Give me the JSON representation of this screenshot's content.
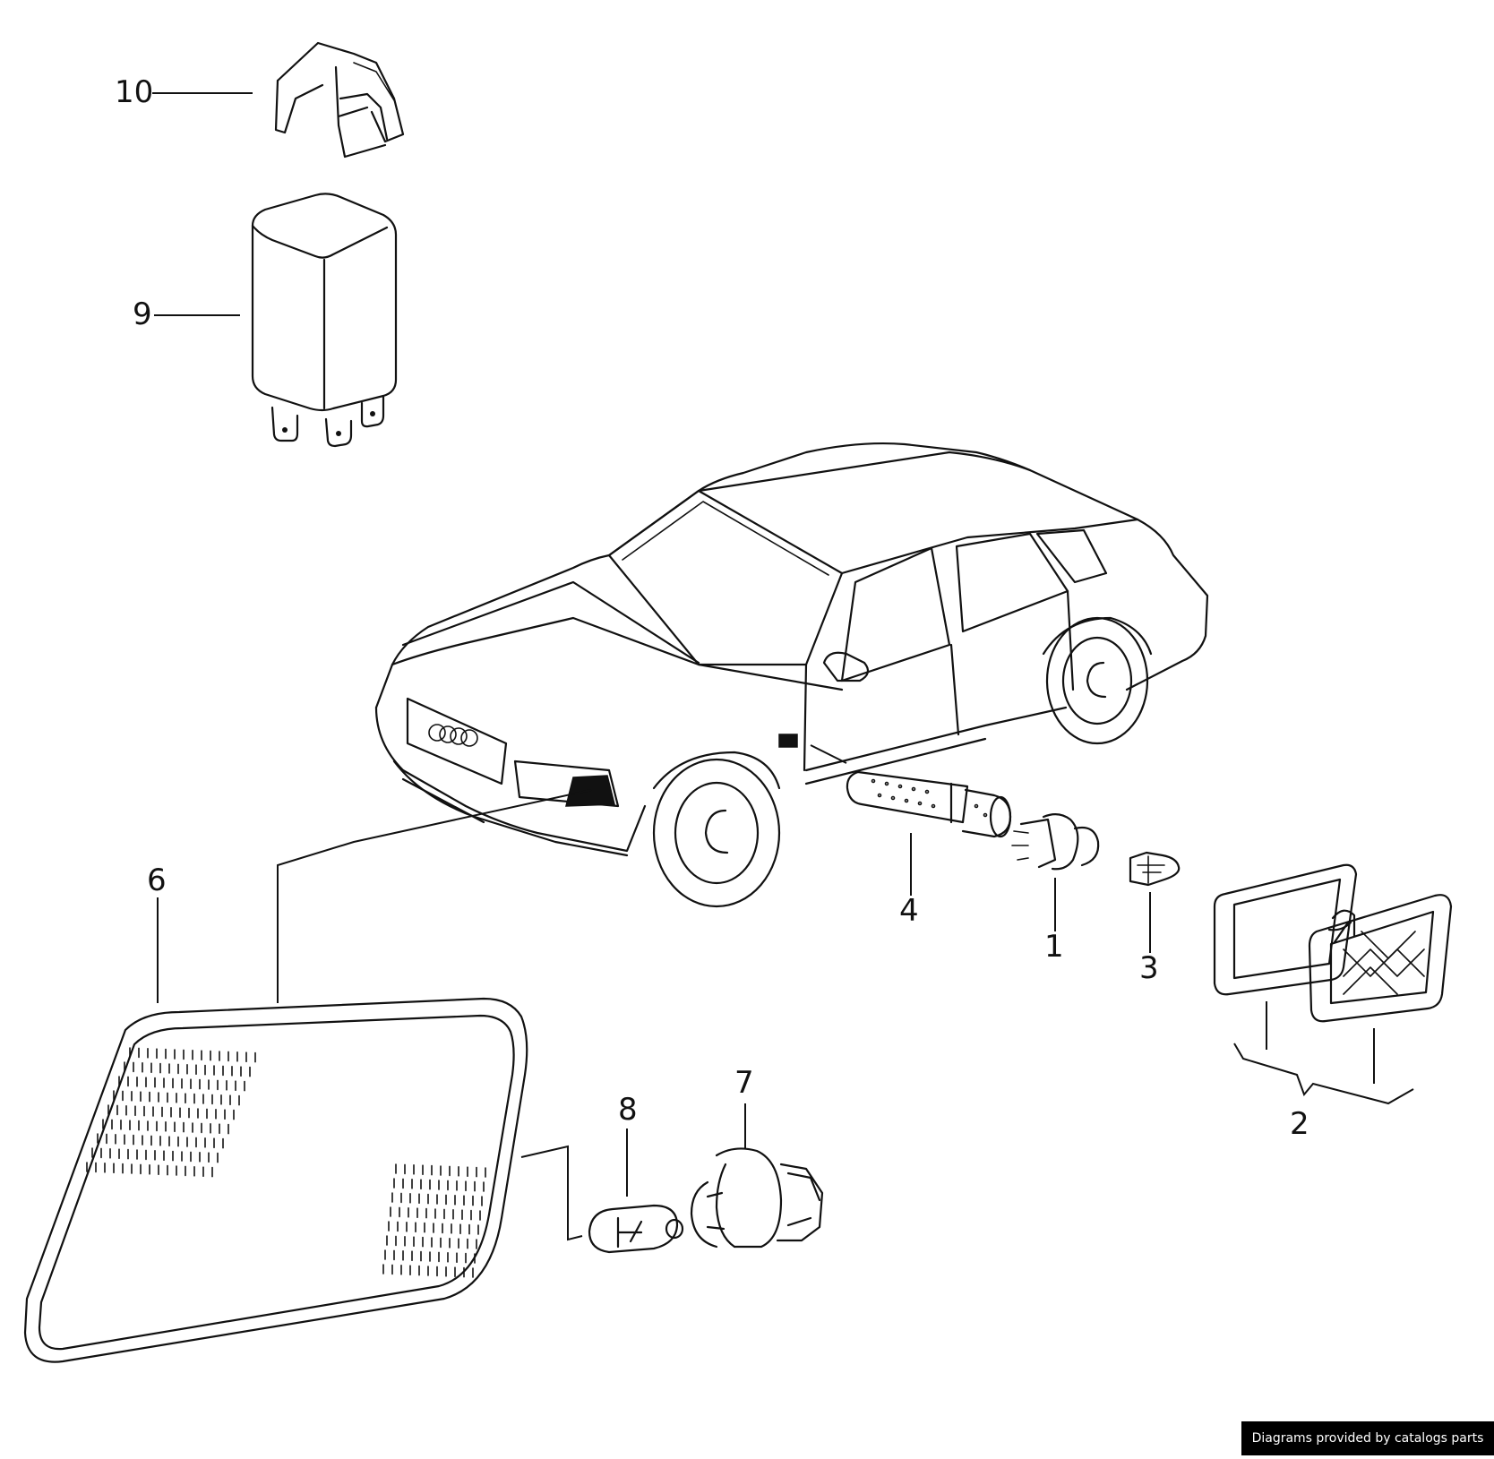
{
  "diagram": {
    "callouts": {
      "c1": "1",
      "c2": "2",
      "c3": "3",
      "c4": "4",
      "c6": "6",
      "c7": "7",
      "c8": "8",
      "c9": "9",
      "c10": "10"
    }
  },
  "footer": {
    "credit": "Diagrams provided by catalogs parts"
  }
}
